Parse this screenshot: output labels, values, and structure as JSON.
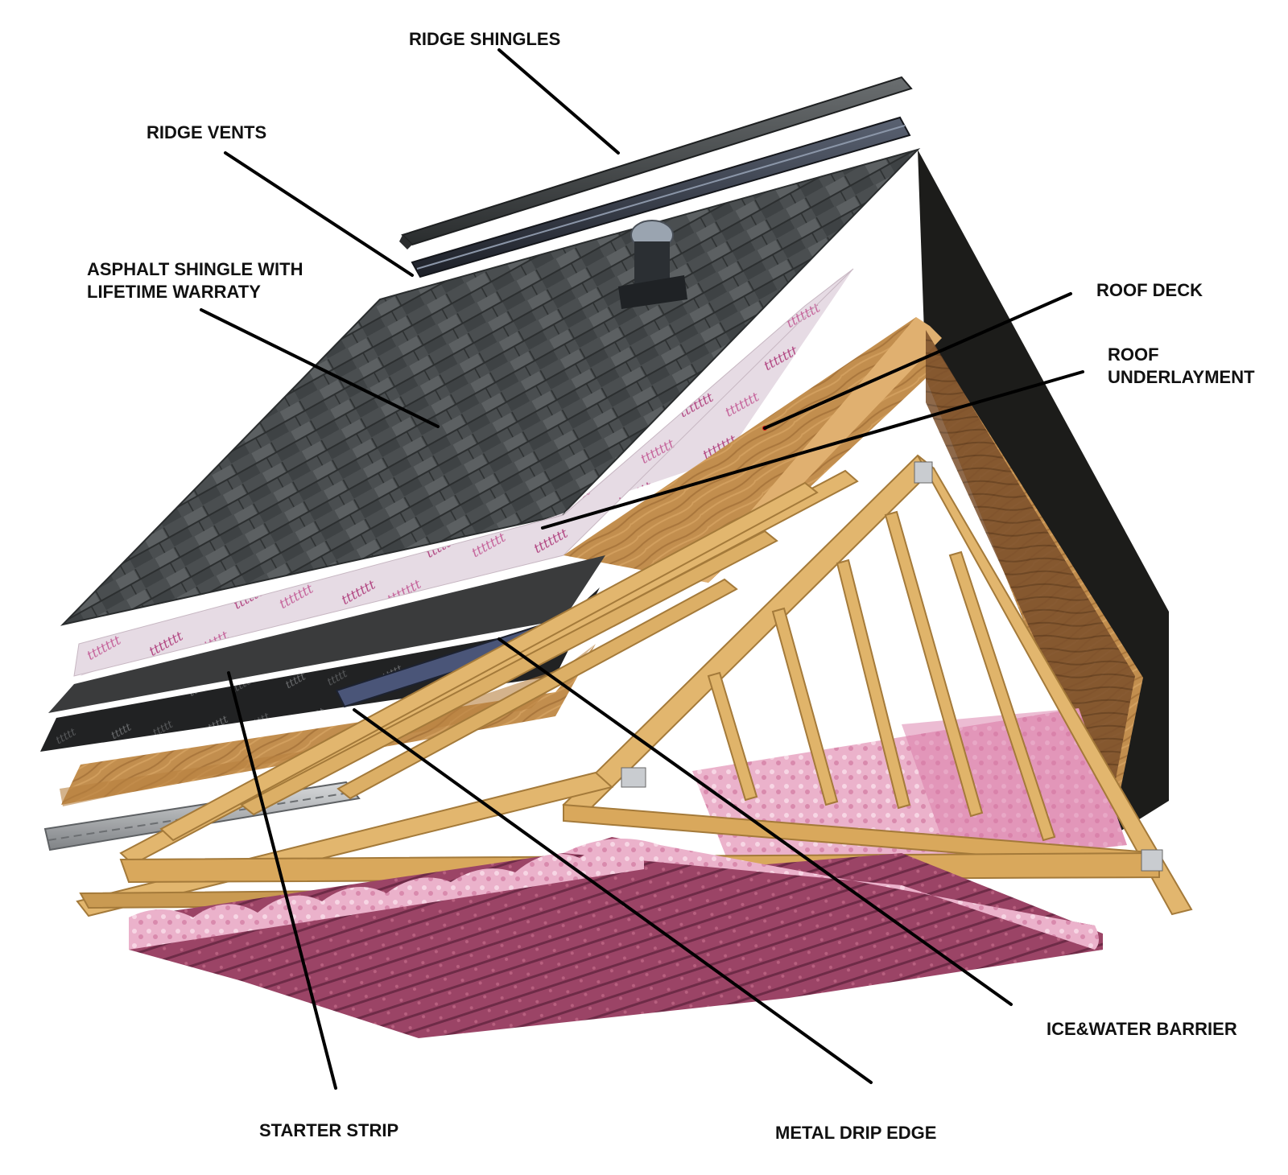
{
  "labels": {
    "ridge_shingles": "RIDGE SHINGLES",
    "ridge_vents": "RIDGE VENTS",
    "asphalt_line1": "ASPHALT SHINGLE WITH",
    "asphalt_line2": "LIFETIME WARRATY",
    "roof_deck": "ROOF DECK",
    "underlayment_line1": "ROOF",
    "underlayment_line2": "UNDERLAYMENT",
    "ice_water": "ICE&WATER BARRIER",
    "starter_strip": "STARTER STRIP",
    "metal_drip_edge": "METAL DRIP EDGE"
  },
  "colors": {
    "shingle": "#4a4e50",
    "shingle_dark": "#2f3334",
    "gable_black": "#1c1c1a",
    "underlayment": "#e8dce6",
    "underlayment_print": "#b0407e",
    "ice_barrier": "#202122",
    "deck_wood": "#c28e4e",
    "truss_wood": "#e2b66e",
    "insulation_pink": "#e9a7c4",
    "insulation_dark": "#8c3a5a",
    "metal": "#a8abae"
  }
}
